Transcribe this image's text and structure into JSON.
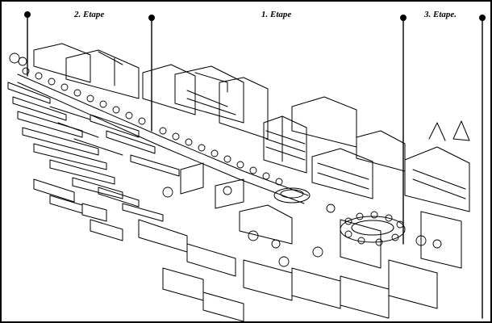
{
  "labels": {
    "stage_2": "2. Etape",
    "stage_1": "1. Etape",
    "stage_3": "3. Etape."
  },
  "colors": {
    "ink": "#000000",
    "paper": "#ffffff"
  }
}
